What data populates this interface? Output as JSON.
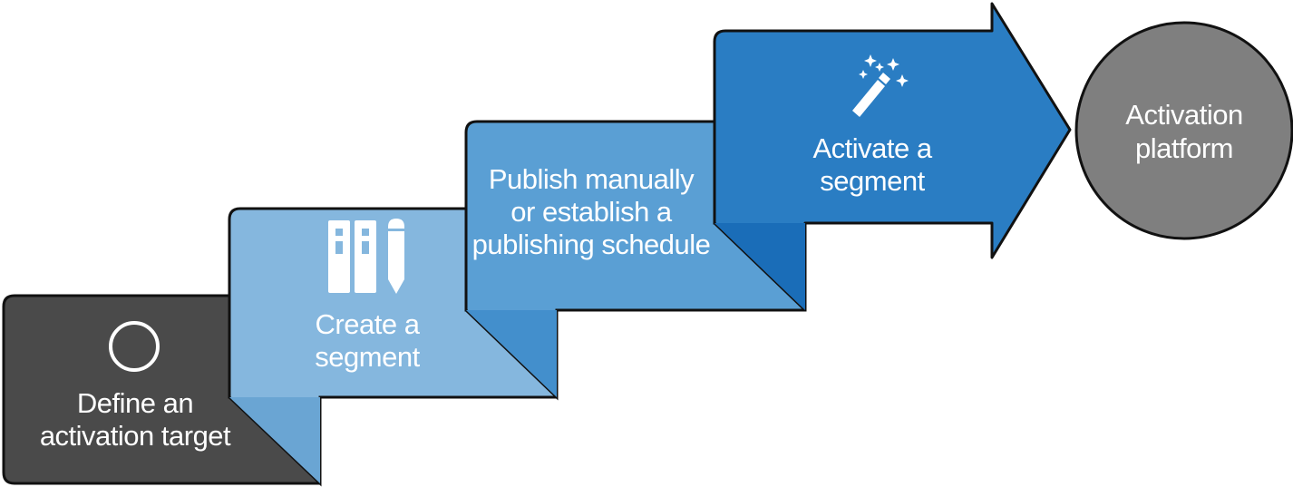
{
  "steps": [
    {
      "line1": "Define an",
      "line2": "activation target",
      "icon": "circle-icon"
    },
    {
      "line1": "Create a",
      "line2": "segment",
      "icon": "binders-and-pencil-icon"
    },
    {
      "line1": "Publish manually",
      "line2": "or establish a",
      "line3": "publishing schedule"
    },
    {
      "line1": "Activate a",
      "line2": "segment",
      "icon": "magic-wand-icon"
    }
  ],
  "destination": {
    "line1": "Activation",
    "line2": "platform"
  },
  "colors": {
    "step1": "#4a4a4a",
    "step2": "#85b7de",
    "step3": "#5a9fd4",
    "step4": "#2a7dc3",
    "platform": "#7f7f7f",
    "outline": "#111111"
  }
}
